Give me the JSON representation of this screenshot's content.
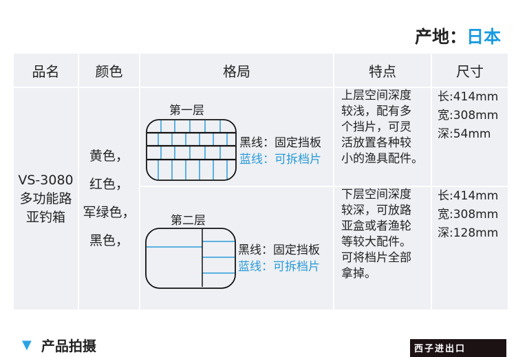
{
  "origin": {
    "label": "产地：",
    "value": "日本"
  },
  "table": {
    "headers": [
      "品名",
      "颜色",
      "格局",
      "特点",
      "尺寸"
    ],
    "name": [
      "VS-3080",
      "多功能路",
      "亚钓箱"
    ],
    "colors": [
      "黄色，",
      "红色，",
      "军绿色，",
      "黑色，"
    ],
    "layers": [
      {
        "title": "第一层",
        "legend_black": "黑线：固定挡板",
        "legend_blue": "蓝线：可拆档片",
        "features": [
          "上层空间深度",
          "较浅，配有多",
          "个挡片，可灵",
          "活放置各种较",
          "小的渔具配件。"
        ],
        "size": [
          "长:414mm",
          "宽:308mm",
          "深:54mm"
        ]
      },
      {
        "title": "第二层",
        "legend_black": "黑线：固定挡板",
        "legend_blue": "蓝线：可拆档片",
        "features": [
          "下层空间深度",
          "较深，可放路",
          "亚盒或者渔轮",
          "等较大配件。",
          "可将档片全部",
          "拿掉。"
        ],
        "size": [
          "长:414mm",
          "宽:308mm",
          "深:128mm"
        ]
      }
    ]
  },
  "section": {
    "title": "产品拍摄",
    "icon": "triangle-down-icon"
  },
  "logo": {
    "text": "西子进出口"
  },
  "colors": {
    "accent": "#1a9be0",
    "cell": "#eef0f4"
  }
}
